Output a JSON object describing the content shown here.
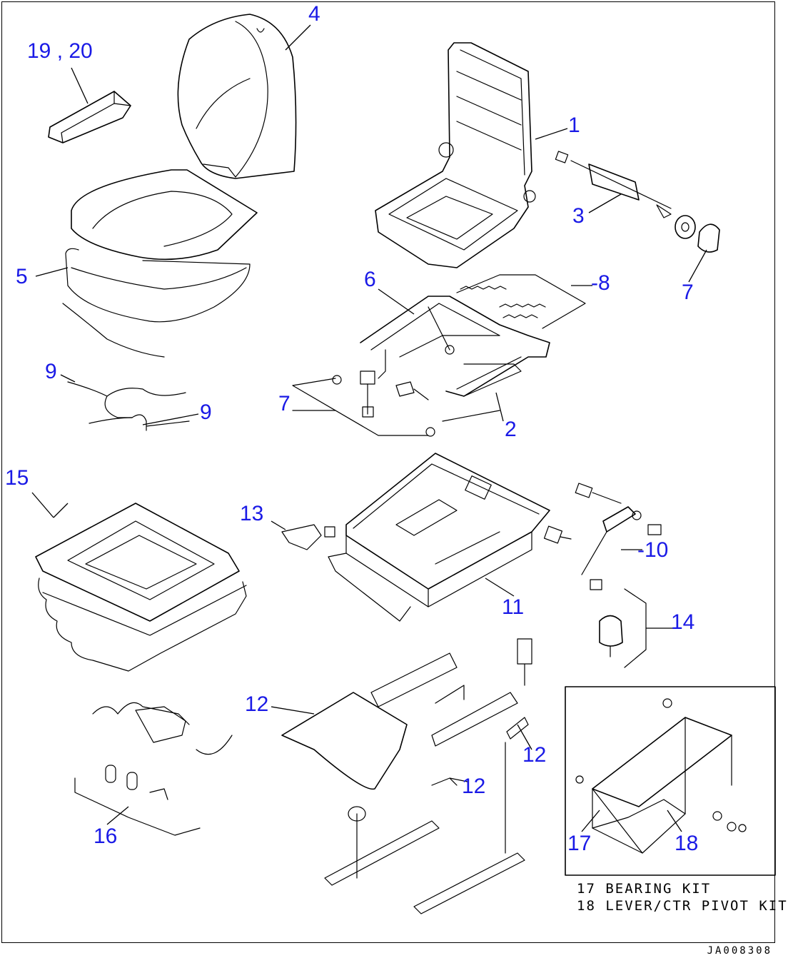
{
  "callouts": {
    "c19_20": "19 , 20",
    "c4": "4",
    "c1": "1",
    "c3": "3",
    "c5": "5",
    "c6": "6",
    "c8": "-8",
    "c7a": "7",
    "c9a": "9",
    "c9b": "9",
    "c7b": "7",
    "c2": "2",
    "c15": "15",
    "c13": "13",
    "c10": "-10",
    "c11": "11",
    "c14": "14",
    "c12a": "12",
    "c12b": "12",
    "c12c": "12",
    "c16": "16",
    "c17": "17",
    "c18": "18"
  },
  "legend": {
    "line1": "17 BEARING KIT",
    "line2": "18 LEVER/CTR PIVOT KIT"
  },
  "drawing_id": "JA008308",
  "colors": {
    "callout": "#1a1ae6",
    "line": "#000000",
    "background": "#ffffff"
  }
}
